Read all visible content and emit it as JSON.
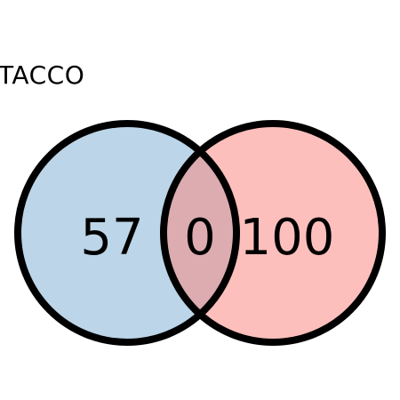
{
  "title": "TACCO",
  "colors": {
    "set_a": "#bcd5e8",
    "set_b": "#fdbfbc",
    "overlap": "#dcacb0",
    "outline": "#000000"
  },
  "venn": {
    "only_a": "57",
    "intersection": "0",
    "only_b": "100"
  }
}
